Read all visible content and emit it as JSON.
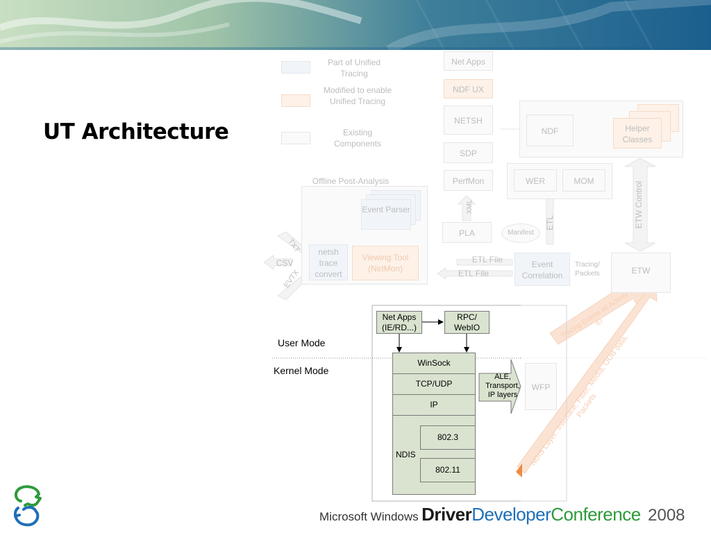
{
  "slide": {
    "title": "UT Architecture"
  },
  "legend": [
    {
      "label": "Part of Unified Tracing",
      "color": "#f1f5fa"
    },
    {
      "label": "Modified to enable Unified Tracing",
      "color": "#fdf1e8"
    },
    {
      "label": "Existing Components",
      "color": "#fafafa"
    }
  ],
  "background_diagram": {
    "net_apps": "Net Apps",
    "ndf_ux": "NDF UX",
    "netsh": "NETSH",
    "sdp": "SDP",
    "perfmon": "PerfMon",
    "pla": "PLA",
    "xml": "XML",
    "etl": "ETL",
    "manifest": "Manifest",
    "ndf": "NDF",
    "helper_classes": "Helper Classes",
    "wer": "WER",
    "mom": "MOM",
    "etw_control": "ETW Control",
    "etw": "ETW",
    "event_correlation": "Event Correlation",
    "tracing_packets": "Tracing/ Packets",
    "etl_file_1": "ETL File",
    "etl_file_2": "ETL File",
    "offline_post_analysis": "Offline Post-Analysis",
    "event_parser": "Event Parser",
    "viewing_tool": "Viewing Tool (NetMon)",
    "netsh_trace_convert": "netsh trace convert",
    "txt": "TXT",
    "csv": "CSV",
    "evtx": "EVTX",
    "tracing_events": "Tracing Events w/ Activity ID",
    "ndis_layer": "NDIS Layer: Interface, Filter, Media, OOB data, Packets",
    "wfp": "WFP"
  },
  "stack": {
    "net_apps": "Net Apps (IE/RD...)",
    "rpc_webio": "RPC/ WebIO",
    "user_mode": "User Mode",
    "kernel_mode": "Kernel Mode",
    "winsock": "WinSock",
    "tcp_udp": "TCP/UDP",
    "ip": "IP",
    "ndis": "NDIS",
    "ieee_8023": "802.3",
    "ieee_80211": "802.11",
    "ale": "ALE, Transport, IP layers"
  },
  "footer": {
    "microsoft_windows": "Microsoft Windows",
    "driver": "Driver",
    "developer": "Developer",
    "conference": "Conference",
    "year": "2008"
  },
  "colors": {
    "stack_box": "#d9e3cf",
    "driver": "#1a1a1a",
    "developer": "#1f6fb8",
    "conference": "#2e9a3a",
    "faded_arrow": "#fbe3d3"
  }
}
